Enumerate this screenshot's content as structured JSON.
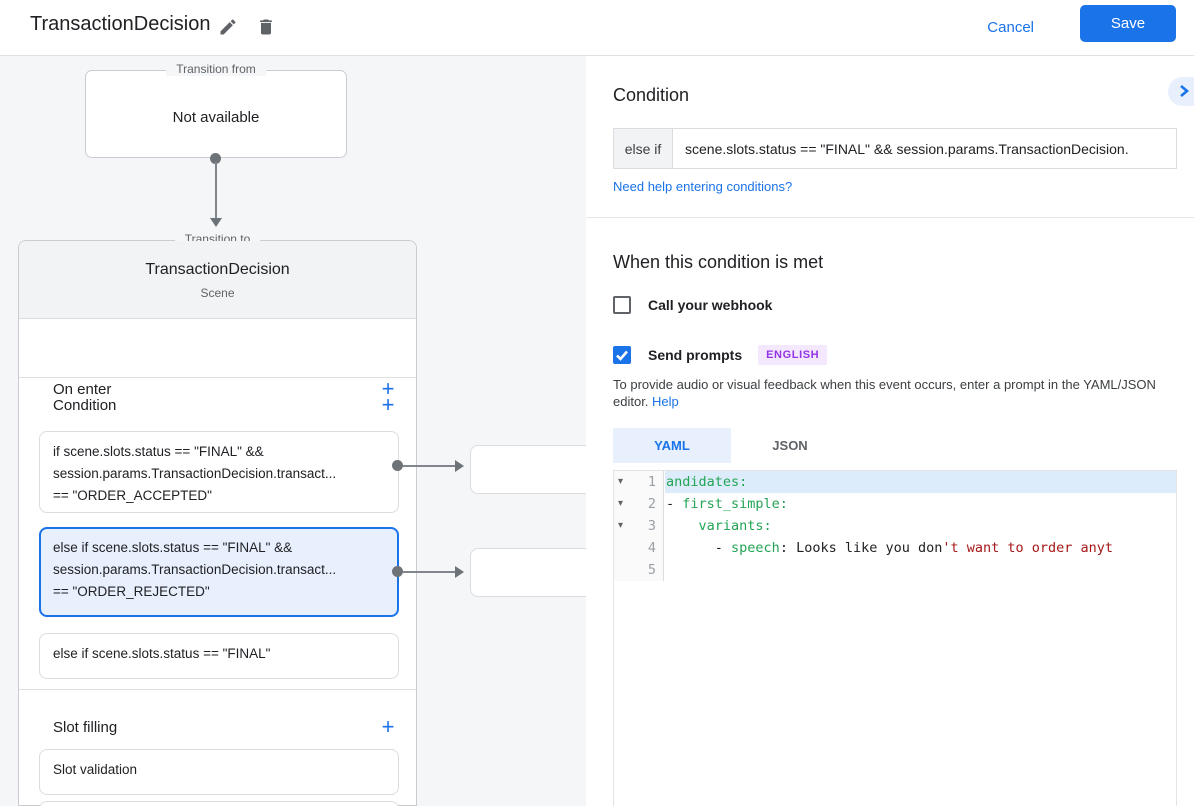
{
  "header": {
    "title": "TransactionDecision",
    "cancel_label": "Cancel",
    "save_label": "Save"
  },
  "icons": {
    "edit": "pencil",
    "delete": "trash",
    "expand": "chevron-right",
    "add": "+",
    "fold": "▾",
    "check": "checkmark"
  },
  "canvas": {
    "transition_from": {
      "legend": "Transition from",
      "text": "Not available"
    },
    "scene": {
      "legend": "Transition to",
      "title": "TransactionDecision",
      "subtitle": "Scene",
      "on_enter_label": "On enter",
      "condition_label": "Condition",
      "slot_filling_label": "Slot filling",
      "conditions": [
        {
          "text": "if scene.slots.status == \"FINAL\" &&\nsession.params.TransactionDecision.transact...\n== \"ORDER_ACCEPTED\""
        },
        {
          "text": "else if scene.slots.status == \"FINAL\" &&\nsession.params.TransactionDecision.transact...\n== \"ORDER_REJECTED\""
        },
        {
          "text": "else if scene.slots.status == \"FINAL\""
        }
      ],
      "slot_card": {
        "text": "Slot validation"
      }
    }
  },
  "panel": {
    "condition_heading": "Condition",
    "condition_prefix": "else if",
    "condition_value": "scene.slots.status == \"FINAL\" && session.params.TransactionDecision.",
    "help_link": "Need help entering conditions?",
    "when_heading": "When this condition is met",
    "webhook_label": "Call your webhook",
    "send_prompts_label": "Send prompts",
    "language_badge": "ENGLISH",
    "prompt_hint": "To provide audio or visual feedback when this event occurs, enter a prompt in the YAML/JSON editor.",
    "prompt_hint_link": "Help",
    "tabs": [
      {
        "label": "YAML",
        "active": true
      },
      {
        "label": "JSON",
        "active": false
      }
    ],
    "editor": {
      "lines": [
        {
          "num": "1",
          "fold": true,
          "highlight": true,
          "segments": [
            {
              "t": "andidates:",
              "c": "key"
            }
          ]
        },
        {
          "num": "2",
          "fold": true,
          "highlight": false,
          "segments": [
            {
              "t": "- ",
              "c": "plain"
            },
            {
              "t": "first_simple:",
              "c": "key"
            }
          ]
        },
        {
          "num": "3",
          "fold": true,
          "highlight": false,
          "segments": [
            {
              "t": "    ",
              "c": "plain"
            },
            {
              "t": "variants:",
              "c": "key"
            }
          ]
        },
        {
          "num": "4",
          "fold": false,
          "highlight": false,
          "segments": [
            {
              "t": "      - ",
              "c": "plain"
            },
            {
              "t": "speech",
              "c": "key"
            },
            {
              "t": ": Looks like you don",
              "c": "plain"
            },
            {
              "t": "'t want to order anyt",
              "c": "string"
            }
          ]
        },
        {
          "num": "5",
          "fold": false,
          "highlight": false,
          "segments": []
        }
      ]
    }
  },
  "colors": {
    "accent": "#1a73e8",
    "selected_bg": "#e8f0fe",
    "badge_bg": "#f3e8fd",
    "badge_text": "#9334e6",
    "key_green": "#23a455",
    "string_red": "#a61717",
    "line_highlight": "#ddecfb"
  }
}
